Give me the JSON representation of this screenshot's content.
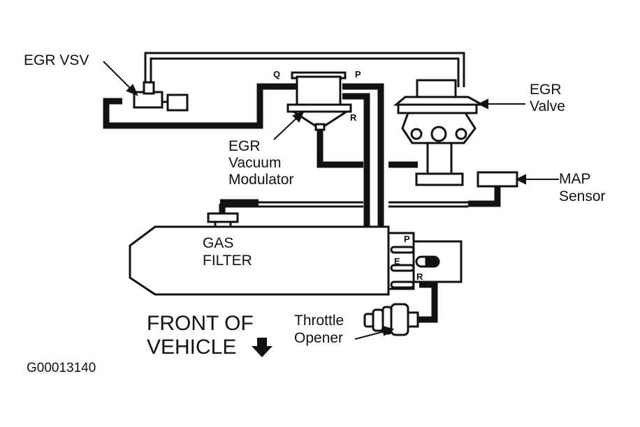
{
  "labels": {
    "egr_vsv": "EGR VSV",
    "egr_valve_line1": "EGR",
    "egr_valve_line2": "Valve",
    "modulator_line1": "EGR",
    "modulator_line2": "Vacuum",
    "modulator_line3": "Modulator",
    "map_line1": "MAP",
    "map_line2": "Sensor",
    "gas_filter_line1": "GAS",
    "gas_filter_line2": "FILTER",
    "throttle_line1": "Throttle",
    "throttle_line2": "Opener",
    "front_line1": "FRONT OF",
    "front_line2": "VEHICLE",
    "figure_code": "G00013140"
  },
  "ports": {
    "mod_q": "Q",
    "mod_p": "P",
    "mod_r": "R",
    "vsv_p": "P",
    "vsv_e": "E",
    "vsv_r": "R"
  }
}
